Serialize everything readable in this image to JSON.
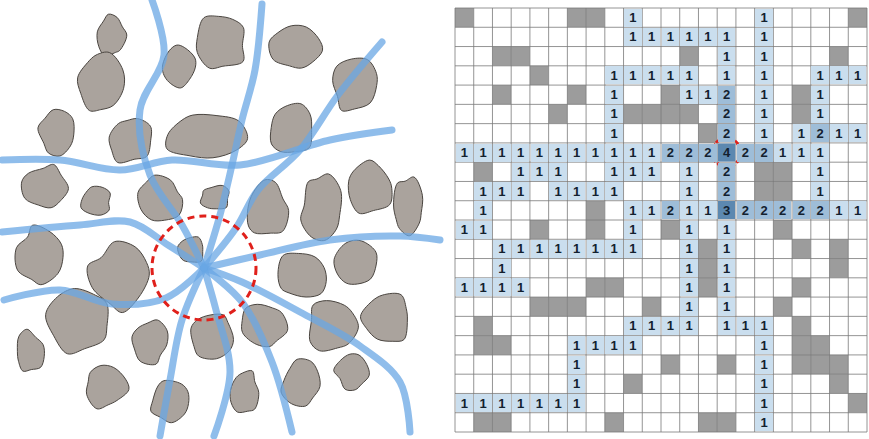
{
  "diagram": {
    "labels": [
      "1",
      "1",
      "1",
      "1",
      "1",
      "1",
      "1",
      "1",
      "1",
      "1",
      "1",
      "1",
      "1",
      "1",
      "1",
      "1",
      "1",
      "1",
      "1",
      "1",
      "1",
      "1",
      "1",
      "1",
      "2",
      "1",
      "1",
      "1",
      "2",
      "1",
      "1",
      "1",
      "2",
      "1",
      "1",
      "2",
      "1",
      "1",
      "1",
      "1",
      "1",
      "1",
      "1",
      "1",
      "1",
      "1",
      "1",
      "1",
      "1",
      "2",
      "2",
      "2",
      "4",
      "2",
      "2",
      "1",
      "1",
      "1",
      "1",
      "1",
      "1",
      "1",
      "1",
      "1",
      "1",
      "2",
      "1",
      "1",
      "1",
      "1",
      "1",
      "1",
      "1",
      "1",
      "1",
      "2",
      "1",
      "1",
      "1",
      "1",
      "2",
      "1",
      "1",
      "3",
      "2",
      "2",
      "2",
      "2",
      "2",
      "1",
      "1",
      "1",
      "1",
      "1",
      "1",
      "1",
      "1",
      "1",
      "1",
      "1",
      "1",
      "1",
      "1",
      "1",
      "1",
      "1",
      "1",
      "1",
      "1",
      "1",
      "1",
      "1",
      "1",
      "1",
      "1",
      "1",
      "1",
      "1",
      "1",
      "1",
      "1",
      "1",
      "1",
      "1",
      "1",
      "1",
      "1",
      "1",
      "1",
      "1",
      "1",
      "1",
      "1",
      "1",
      "1",
      "1",
      "1",
      "1",
      "1",
      "1",
      "1",
      "1"
    ]
  }
}
